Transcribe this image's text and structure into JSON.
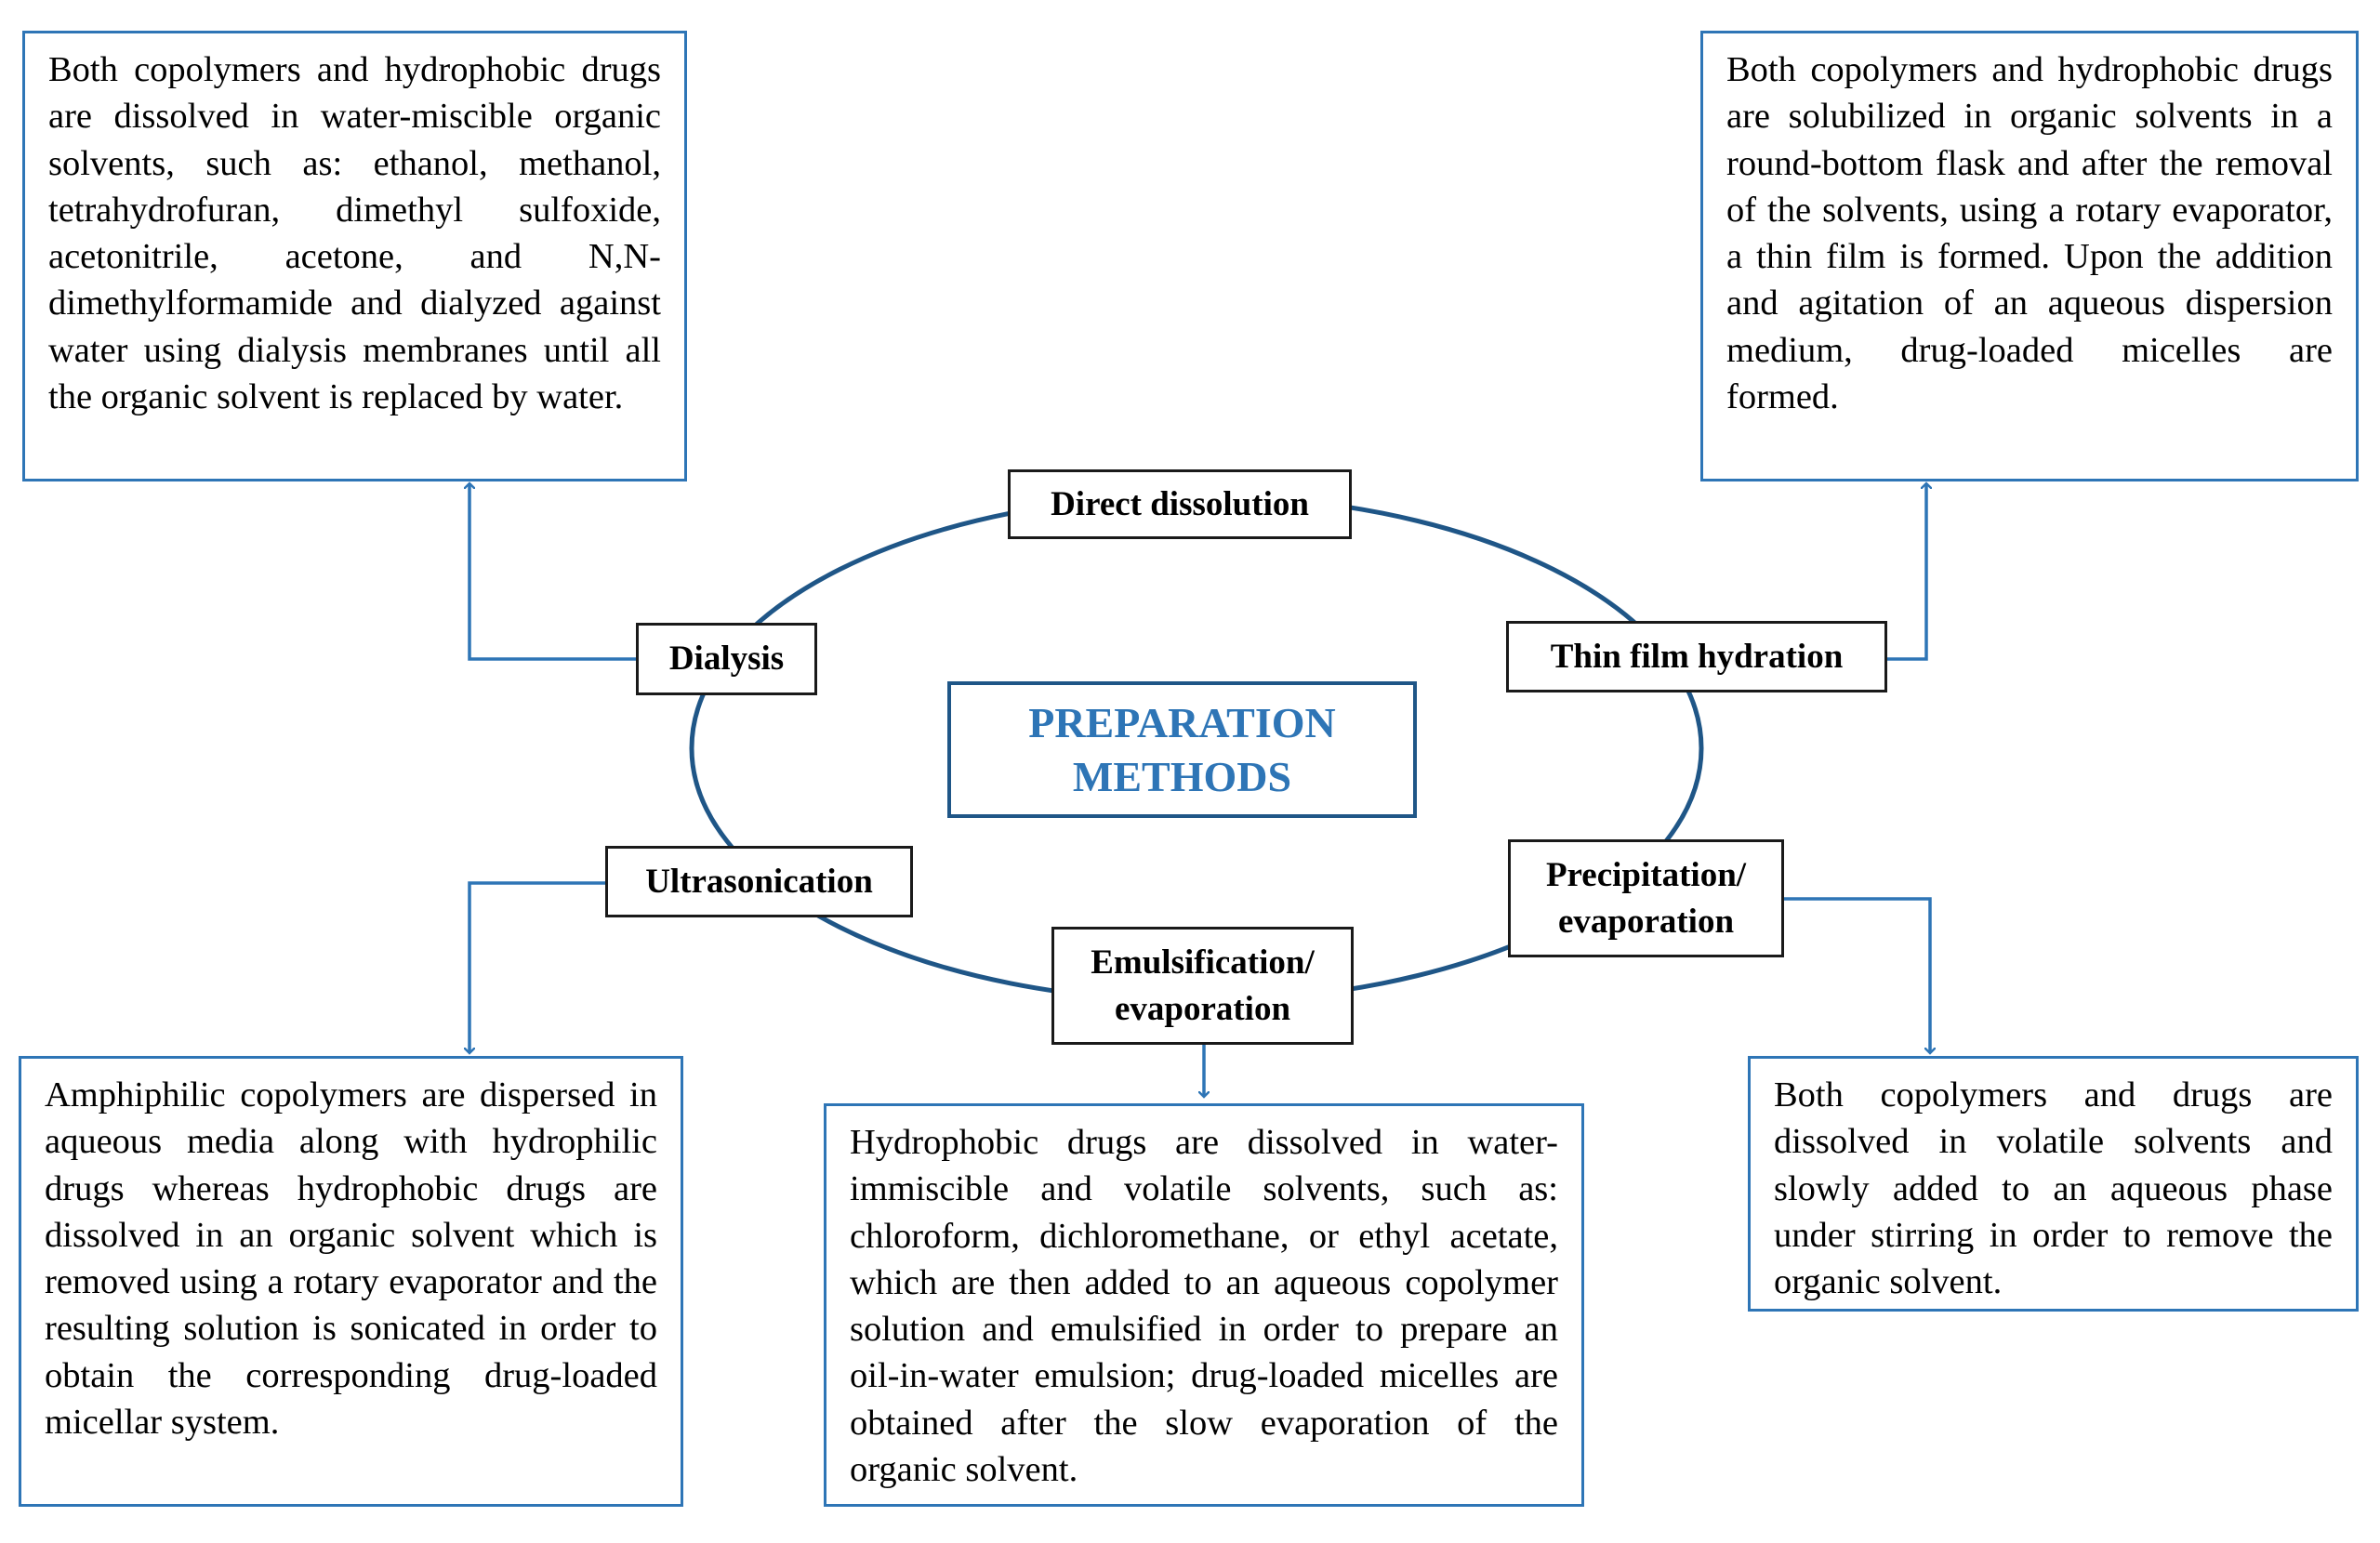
{
  "center_title": {
    "line1": "PREPARATION",
    "line2": "METHODS"
  },
  "methods": {
    "direct_dissolution": "Direct dissolution",
    "dialysis": "Dialysis",
    "thin_film_hydration": "Thin film hydration",
    "ultrasonication": "Ultrasonication",
    "emulsification": {
      "line1": "Emulsification/",
      "line2": "evaporation"
    },
    "precipitation": {
      "line1": "Precipitation/",
      "line2": "evaporation"
    }
  },
  "descriptions": {
    "dialysis": "Both copolymers and hydrophobic drugs are dissolved in water-miscible organic solvents, such as: ethanol, methanol, tetrahydrofuran, dimethyl sulfoxide, acetonitrile, acetone, and N,N-dimethylformamide and dialyzed against water using dialysis membranes until all the organic solvent is replaced by water.",
    "thin_film_hydration": "Both copolymers and hydrophobic drugs are solubilized in organic solvents in a round-bottom flask and after the removal of the solvents, using a rotary evaporator, a thin film is formed. Upon the addition and agitation of an aqueous dispersion medium, drug-loaded micelles are formed.",
    "ultrasonication": "Amphiphilic copolymers are dispersed in aqueous media along with hydrophilic drugs whereas hydrophobic drugs are dissolved in an organic solvent which is removed using a rotary evaporator and the resulting solution is sonicated in order to obtain the corresponding drug-loaded micellar system.",
    "emulsification": "Hydrophobic drugs are dissolved in water-immiscible and volatile solvents, such as: chloroform, dichloromethane, or ethyl acetate, which are then added to an aqueous copolymer solution and emulsified in order to prepare an oil-in-water emulsion; drug-loaded micelles are obtained after the slow evaporation of the organic solvent.",
    "precipitation": "Both copolymers and drugs are dissolved in volatile solvents and slowly added to an aqueous phase under stirring in order to remove the organic solvent."
  },
  "colors": {
    "ellipse": "#1f5687",
    "arrow": "#2e75b6",
    "description_border": "#2e75b6",
    "title_text": "#2e75b6",
    "title_border": "#1f5687",
    "label_border": "#1a1a1a"
  }
}
